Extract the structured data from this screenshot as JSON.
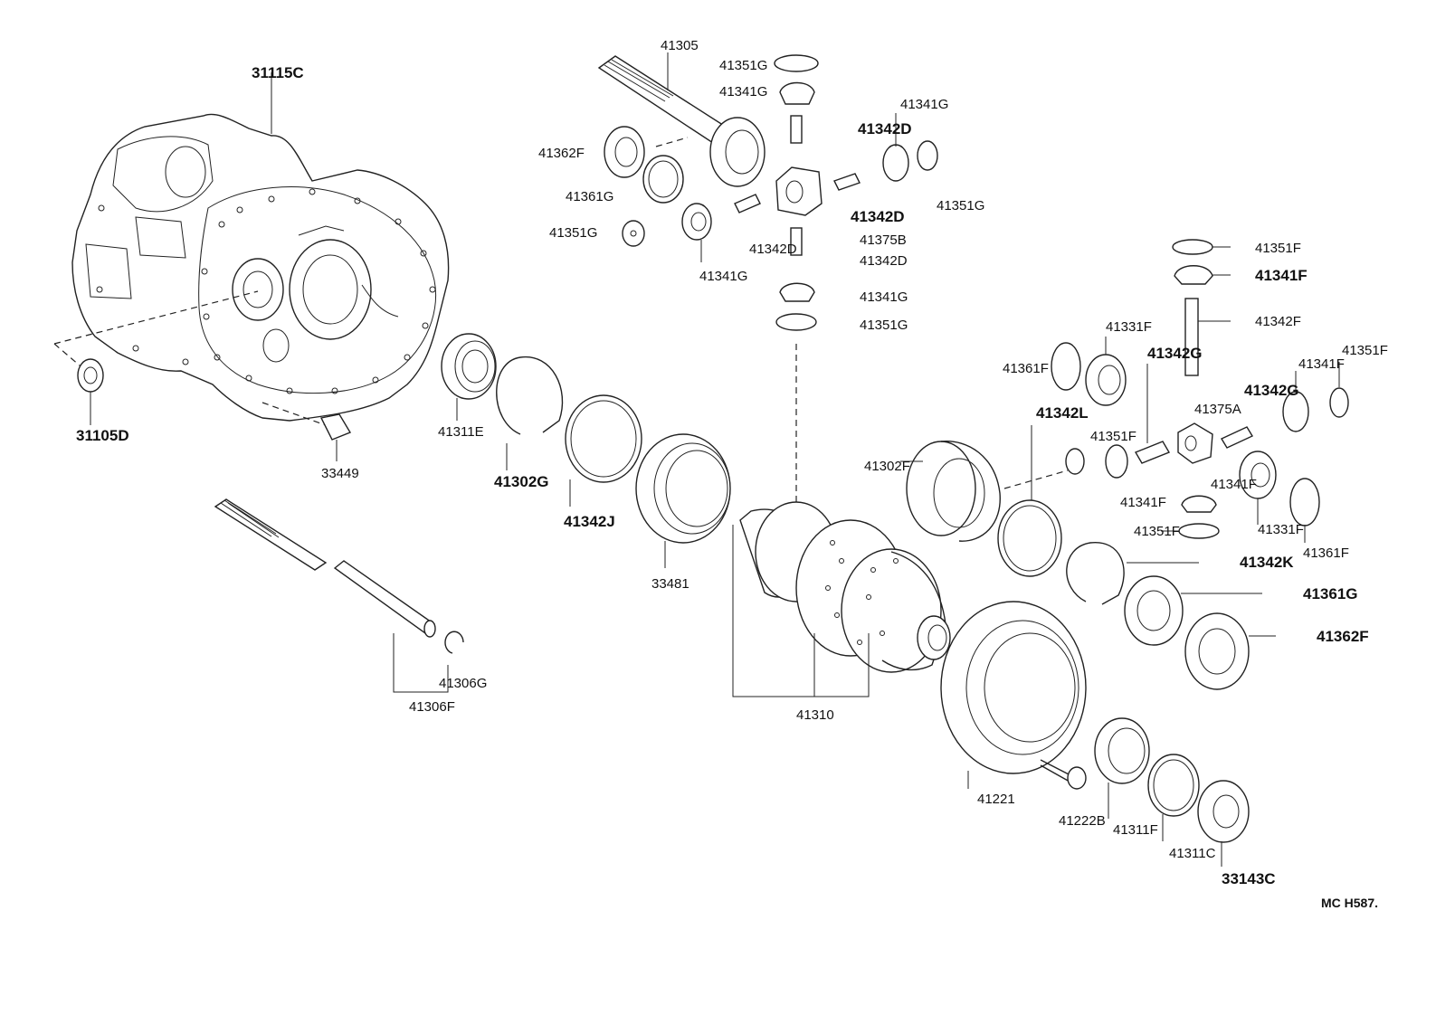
{
  "labels": {
    "p31115C": "31115C",
    "p31105D": "31105D",
    "p33449": "33449",
    "p41311E": "41311E",
    "p41302G": "41302G",
    "p41342J": "41342J",
    "p33481": "33481",
    "p41306F": "41306F",
    "p41306G": "41306G",
    "p41310": "41310",
    "p41305": "41305",
    "p41351G_a": "41351G",
    "p41341G_a": "41341G",
    "p41362F_a": "41362F",
    "p41342D_a": "41342D",
    "p41341G_b": "41341G",
    "p41361G_a": "41361G",
    "p41351G_b": "41351G",
    "p41351G_c": "41351G",
    "p41342D_b": "41342D",
    "p41375B": "41375B",
    "p41342D_c": "41342D",
    "p41342D_d": "41342D",
    "p41341G_c": "41341G",
    "p41341G_d": "41341G",
    "p41351G_d": "41351G",
    "p41351F_a": "41351F",
    "p41341F_a": "41341F",
    "p41342F": "41342F",
    "p41331F_a": "41331F",
    "p41361F_a": "41361F",
    "p41342G_a": "41342G",
    "p41351F_b": "41351F",
    "p41342L": "41342L",
    "p41375A": "41375A",
    "p41341F_b": "41341F",
    "p41342G_b": "41342G",
    "p41302F": "41302F",
    "p41351F_c": "41351F",
    "p41341F_c": "41341F",
    "p41341F_d": "41341F",
    "p41331F_b": "41331F",
    "p41351F_d": "41351F",
    "p41361F_b": "41361F",
    "p41342K": "41342K",
    "p41361G_b": "41361G",
    "p41362F_b": "41362F",
    "p41221": "41221",
    "p41222B": "41222B",
    "p41311F": "41311F",
    "p41311C": "41311C",
    "p33143C": "33143C",
    "ref": "MC H587."
  }
}
